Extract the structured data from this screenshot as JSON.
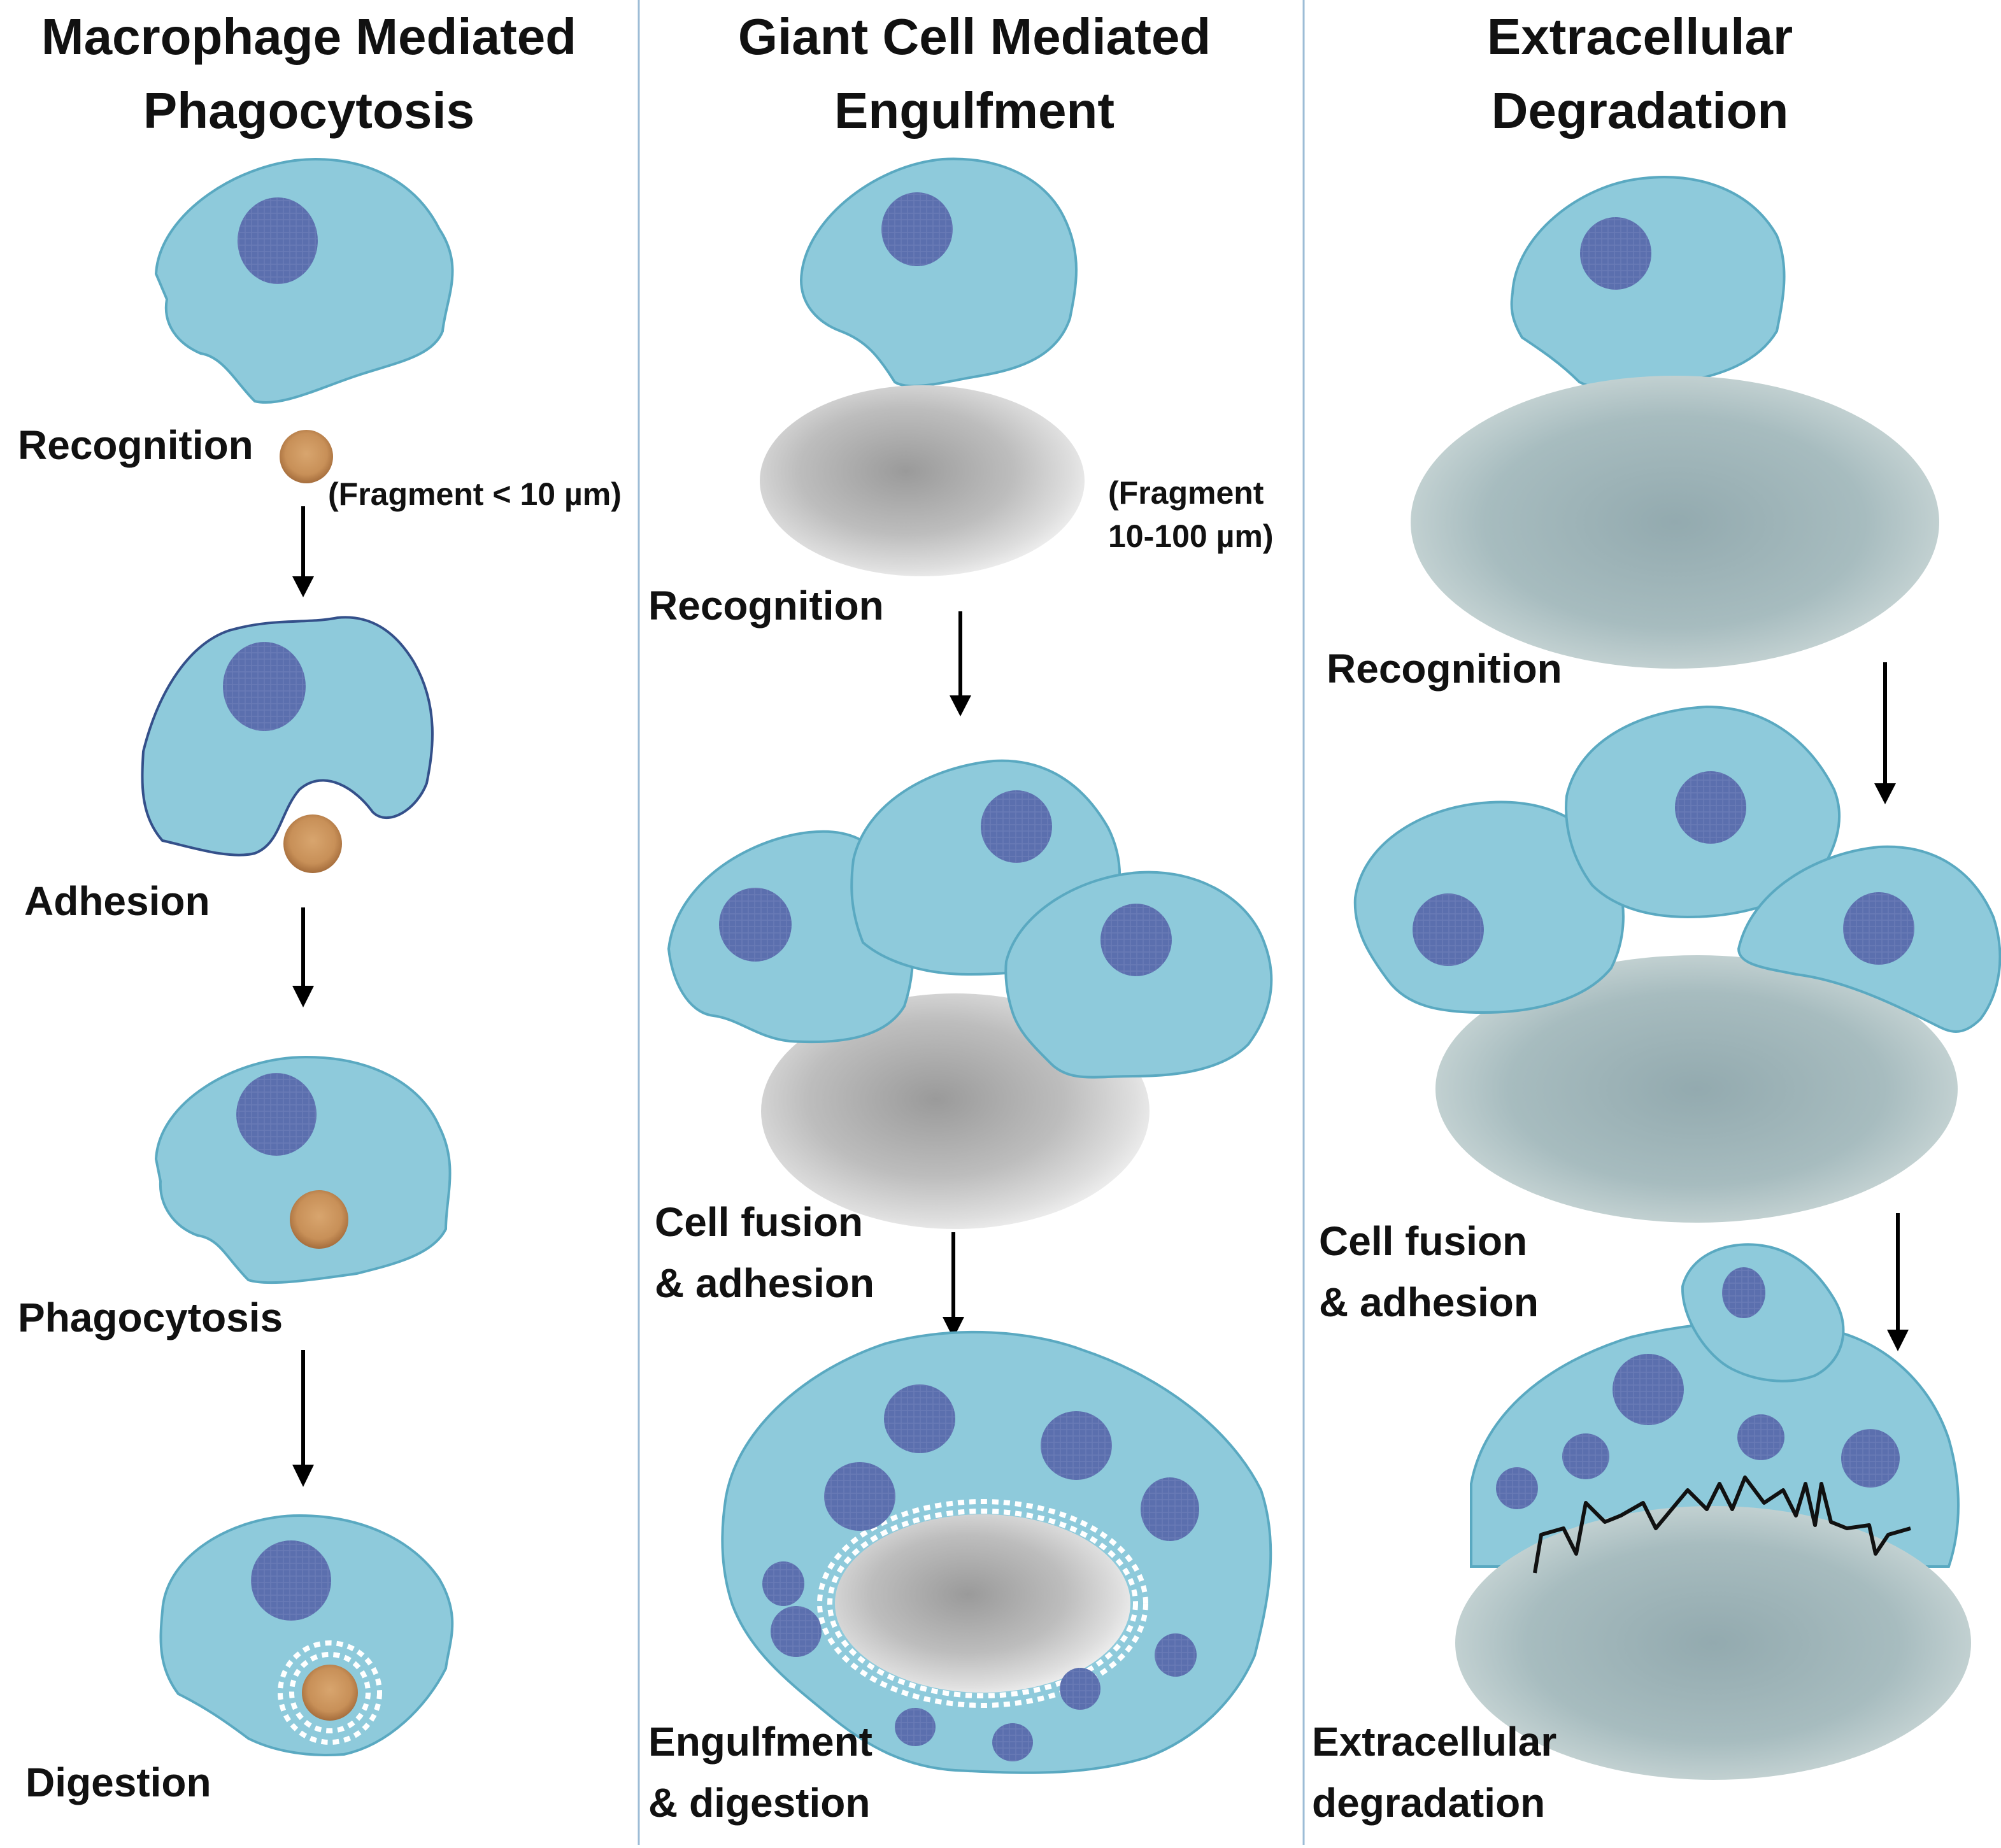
{
  "columns": [
    {
      "title_line1": "Macrophage Mediated",
      "title_line2": "Phagocytosis",
      "steps": [
        "Recognition",
        "Adhesion",
        "Phagocytosis",
        "Digestion"
      ],
      "fragment_note": "(Fragment < 10 µm)"
    },
    {
      "title_line1": "Giant Cell Mediated",
      "title_line2": "Engulfment",
      "steps": [
        "Recognition",
        "Cell fusion",
        "& adhesion",
        "Engulfment",
        "& digestion"
      ],
      "fragment_note_line1": "(Fragment",
      "fragment_note_line2": "10-100 µm)"
    },
    {
      "title_line1": "Extracellular",
      "title_line2": "Degradation",
      "steps": [
        "Recognition",
        "Cell fusion",
        "& adhesion",
        "Extracellular",
        "degradation"
      ]
    }
  ],
  "colors": {
    "cell_fill": "#8ecadb",
    "cell_stroke": "#5aa9c1",
    "nucleus": "#5b6fae",
    "fragment_small": "#c89058",
    "fragment_grey": "#bdbdbd",
    "fragment_blue": "#a7bcbf",
    "divider": "#9dbcd6"
  }
}
